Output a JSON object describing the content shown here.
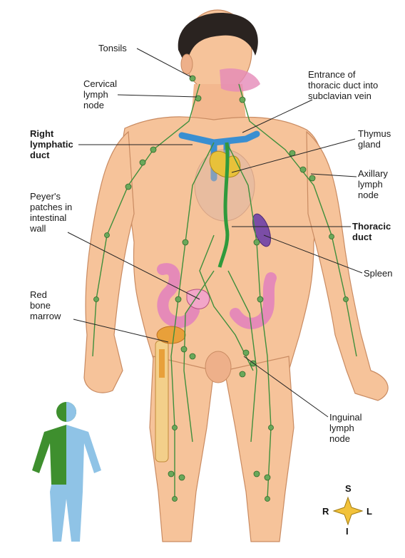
{
  "labels": {
    "tonsils": "Tonsils",
    "cervical": "Cervical\nlymph\nnode",
    "entrance": "Entrance of\nthoracic duct into\nsubclavian vein",
    "right_duct": "Right\nlymphatic\nduct",
    "thymus": "Thymus\ngland",
    "axillary": "Axillary\nlymph\nnode",
    "peyers": "Peyer's\npatches in\nintestinal\nwall",
    "thoracic": "Thoracic\nduct",
    "spleen": "Spleen",
    "marrow": "Red\nbone\nmarrow",
    "inguinal": "Inguinal\nlymph\nnode"
  },
  "compass": {
    "north": "S",
    "south": "I",
    "west": "R",
    "east": "L"
  },
  "colors": {
    "skin": "#f6c39a",
    "skin_shade": "#e9a479",
    "lymph": "#3f8f3c",
    "node": "#6aa85a",
    "vein": "#3a8fd1",
    "thymus": "#e8c13a",
    "spleen": "#7b4da6",
    "intestine": "#e58ab8",
    "marrow": "#e8a03a",
    "mini_right": "#3e8f2e",
    "mini_left": "#8fc3e6",
    "leader": "#222222"
  }
}
